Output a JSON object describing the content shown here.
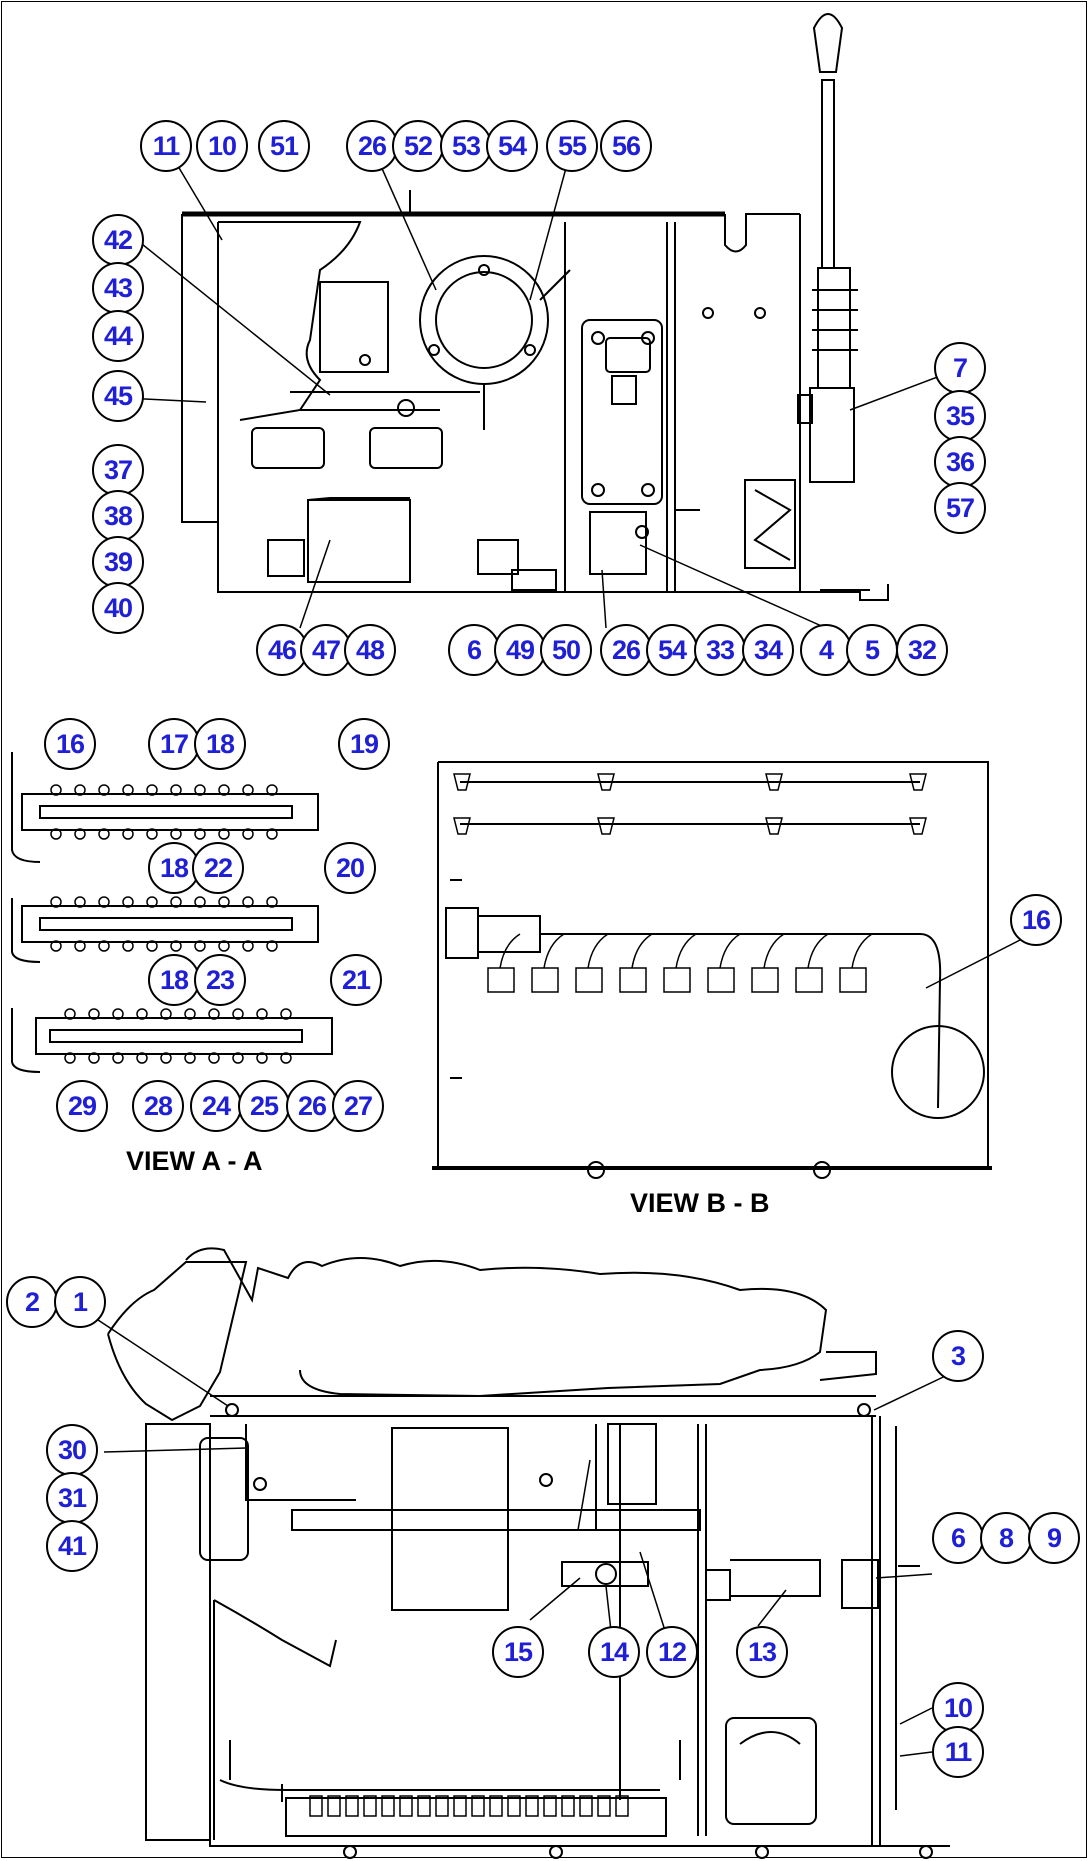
{
  "views": {
    "view_a": "VIEW A - A",
    "view_b": "VIEW B - B"
  },
  "callouts": {
    "top_left": [
      "11",
      "10",
      "51"
    ],
    "top_middle": [
      "26",
      "52",
      "53",
      "54",
      "55",
      "56"
    ],
    "left_column": [
      "42",
      "43",
      "44",
      "45",
      "37",
      "38",
      "39",
      "40"
    ],
    "right_column": [
      "7",
      "35",
      "36",
      "57"
    ],
    "bottom_row": [
      "46",
      "47",
      "48",
      "6",
      "49",
      "50",
      "26",
      "54",
      "33",
      "34",
      "4",
      "5",
      "32"
    ],
    "view_a_row1": [
      "16",
      "17",
      "18",
      "19"
    ],
    "view_a_row2": [
      "18",
      "22",
      "20"
    ],
    "view_a_row3": [
      "18",
      "23",
      "21"
    ],
    "view_a_bottom": [
      "29",
      "28",
      "24",
      "25",
      "26",
      "27"
    ],
    "view_b": [
      "16"
    ],
    "lower_left": [
      "2",
      "1",
      "30",
      "31",
      "41"
    ],
    "lower_right": [
      "3",
      "6",
      "8",
      "9",
      "10",
      "11"
    ],
    "lower_bottom": [
      "15",
      "14",
      "12",
      "13"
    ]
  }
}
